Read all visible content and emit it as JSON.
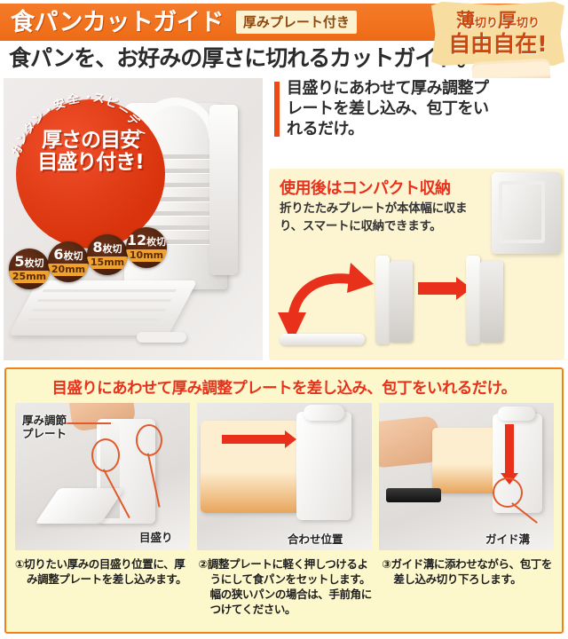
{
  "header": {
    "title": "食パンカットガイド",
    "chip": "厚みプレート付き",
    "subtitle": "食パンを、お好みの厚さに切れるカットガイド。"
  },
  "badge": {
    "line1_a": "薄",
    "line1_b": "切り",
    "line1_c": "厚",
    "line1_d": "切り",
    "line2": "自由自在!"
  },
  "circle_callout": {
    "arc_text": "カンタン・安全・スピーディ",
    "main": "厚さの目安\n目盛り付き!",
    "main_line1": "厚さの目安",
    "main_line2": "目盛り付き!",
    "chips": [
      {
        "count": "5",
        "unit": "枚切",
        "mm": "25mm"
      },
      {
        "count": "6",
        "unit": "枚切",
        "mm": "20mm"
      },
      {
        "count": "8",
        "unit": "枚切",
        "mm": "15mm"
      },
      {
        "count": "12",
        "unit": "枚切",
        "mm": "10mm"
      }
    ]
  },
  "right_top": {
    "text": "目盛りにあわせて厚み調整プレートを差し込み、包丁をいれるだけ。"
  },
  "storage": {
    "title": "使用後はコンパクト収納",
    "body": "折りたたみプレートが本体幅に収まり、スマートに収納できます。"
  },
  "bottom": {
    "title": "目盛りにあわせて厚み調整プレートを差し込み、包丁をいれるだけ。",
    "panels": [
      {
        "labels": [
          "厚み調節\nプレート",
          "目盛り"
        ],
        "label_plate": "厚み調節",
        "label_plate2": "プレート",
        "label_scale": "目盛り",
        "caption": "①切りたい厚みの目盛り位置に、厚み調整プレートを差し込みます。"
      },
      {
        "label_position": "合わせ位置",
        "caption": "②調整プレートに軽く押しつけるようにして食パンをセットします。幅の狭いパンの場合は、手前角につけてください。"
      },
      {
        "label_groove": "ガイド溝",
        "caption": "③ガイド溝に添わせながら、包丁を差し込み切り下ろします。"
      }
    ]
  },
  "colors": {
    "header_orange": "#ee6b16",
    "accent_red": "#e8311b",
    "badge_cream": "#f7dda0",
    "section_cream": "#fdf4d2",
    "bottom_yellow": "#fdf8cc",
    "bottom_border": "#f0821c",
    "circle_red": "#d8330d",
    "chip_amber": "#f0a32c"
  }
}
